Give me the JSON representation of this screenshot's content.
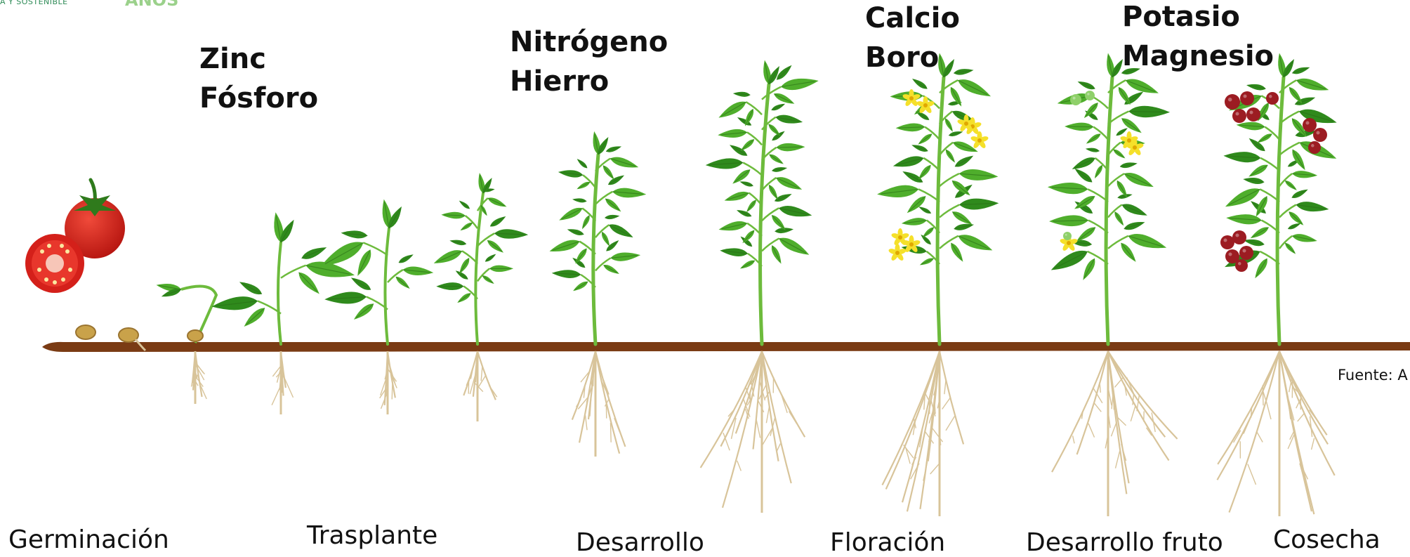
{
  "logo": {
    "tagline": "A Y SOSTENIBLE",
    "anos": "AÑOS"
  },
  "nutrient_groups": [
    {
      "line1": "Zinc",
      "line2": "Fósforo"
    },
    {
      "line1": "Nitrógeno",
      "line2": "Hierro"
    },
    {
      "line1": "Calcio",
      "line2": "Boro"
    },
    {
      "line1": "Potasio",
      "line2": "Magnesio"
    }
  ],
  "stages": [
    {
      "label": "Germinación"
    },
    {
      "label": "Trasplante"
    },
    {
      "label": "Desarrollo"
    },
    {
      "label": "Floración"
    },
    {
      "label": "Desarrollo fruto"
    },
    {
      "label": "Cosecha"
    }
  ],
  "credit": "Fuente: A",
  "colors": {
    "soil": "#7a3b14",
    "leaf": "#4fae2c",
    "leaf_dark": "#2f8a1c",
    "stem": "#6dbb3c",
    "root": "#d8c49a",
    "tomato": "#d8231c",
    "flower": "#f5e02a",
    "cherry": "#9c1c22"
  }
}
